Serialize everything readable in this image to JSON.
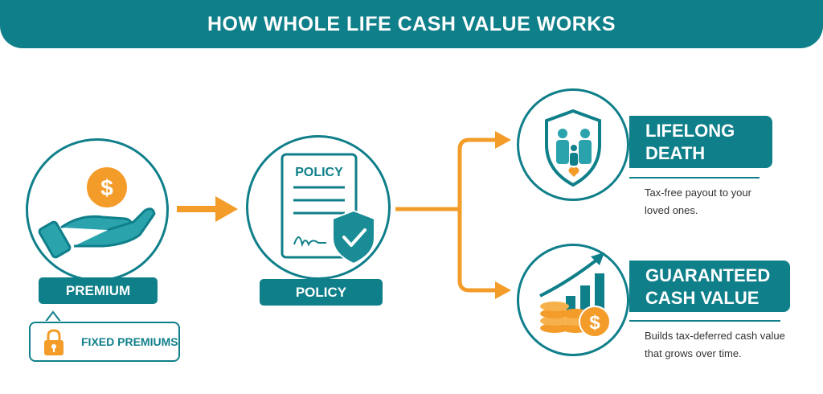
{
  "header": {
    "title": "HOW WHOLE LIFE CASH VALUE WORKS"
  },
  "steps": {
    "premium": {
      "label": "PREMIUM"
    },
    "policy": {
      "label": "POLICY",
      "document_label": "POLICY"
    }
  },
  "callout": {
    "label": "FIXED PREMIUMS"
  },
  "benefits": [
    {
      "title_line1": "LIFELONG",
      "title_line2": "DEATH BENEFIT",
      "desc_line1": "Tax-free payout to your",
      "desc_line2": "loved ones."
    },
    {
      "title_line1": "GUARANTEED",
      "title_line2": "CASH VALUE",
      "desc_line1": "Builds tax-deferred cash value",
      "desc_line2": "that grows over time."
    }
  ],
  "colors": {
    "teal": "#0f7f8a",
    "orange": "#f39c2a",
    "light_teal": "#2aa3ad"
  }
}
